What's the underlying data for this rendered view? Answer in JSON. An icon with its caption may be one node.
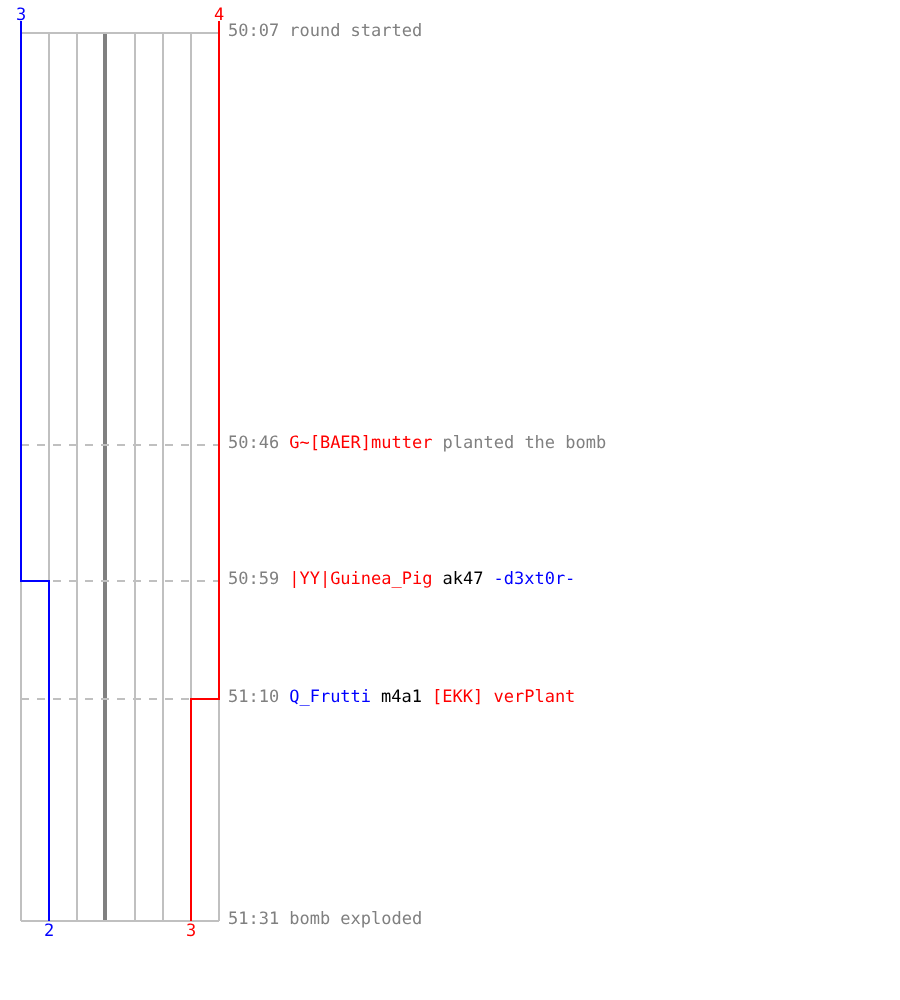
{
  "diagram": {
    "labels": [
      "3",
      "4",
      "50:07",
      "round started",
      "50:46",
      "G~[BAER]mutter",
      "planted the bomb",
      "50:59",
      "|YY|Guinea_Pig",
      "ak47",
      "-d3xt0r-",
      "51:10",
      "Q_Frutti",
      "m4a1",
      "[EKK] verPlant",
      "51:31",
      "bomb exploded",
      "2",
      "3"
    ]
  }
}
